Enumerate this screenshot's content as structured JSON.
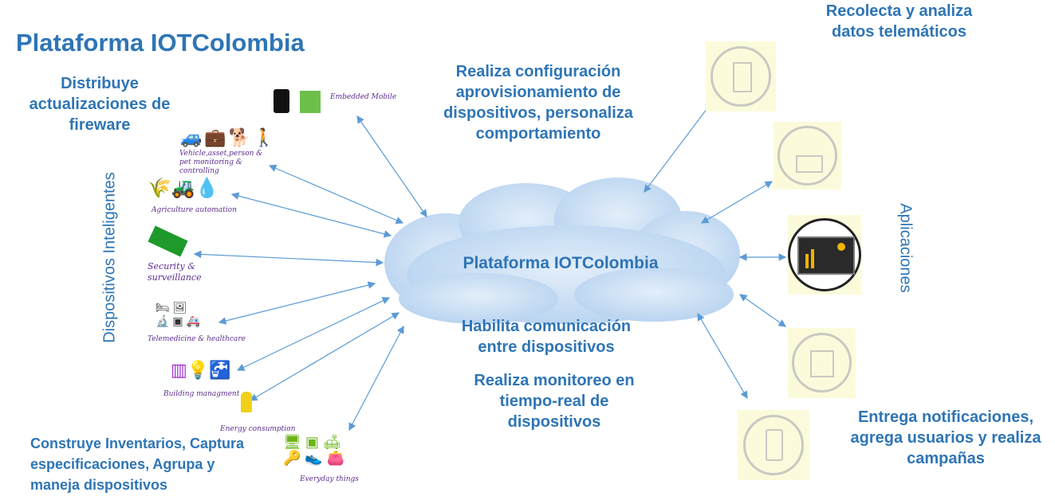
{
  "title": "Plataforma IOTColombia",
  "cloud_label": "Plataforma IOTColombia",
  "left_vertical": "Dispositivos Inteligentes",
  "right_vertical": "Aplicaciones",
  "notes": {
    "firmware": "Distribuye actualizaciones de fireware",
    "config": "Realiza configuración aprovisionamiento de dispositivos, personaliza comportamiento",
    "comms": "Habilita comunicación entre dispositivos",
    "monitor": "Realiza monitoreo en tiempo-real de dispositivos",
    "inventory": "Construye Inventarios, Captura especificaciones, Agrupa y maneja dispositivos",
    "telematics": "Recolecta y analiza datos telemáticos",
    "notifications": "Entrega notificaciones, agrega usuarios y realiza campañas"
  },
  "devices": [
    {
      "label": "Embedded Mobile",
      "icon": "embedded-mobile-icon"
    },
    {
      "label": "Vehicle,asset,person & pet monitoring & controlling",
      "icon": "vehicle-asset-pet-icon"
    },
    {
      "label": "Agriculture automation",
      "icon": "agriculture-icon"
    },
    {
      "label": "Security & surveillance",
      "icon": "security-camera-icon"
    },
    {
      "label": "Telemedicine & healthcare",
      "icon": "telemedicine-icon"
    },
    {
      "label": "Building managment",
      "icon": "building-icon"
    },
    {
      "label": "Energy consumption",
      "icon": "energy-bulb-icon"
    },
    {
      "label": "Everyday things",
      "icon": "everyday-things-icon"
    }
  ],
  "apps": [
    "tablet-checklist-icon",
    "factory-icon",
    "dashboard-icon",
    "server-icon",
    "mobile-notification-icon"
  ],
  "colors": {
    "text": "#2e75b6",
    "arrow": "#5b9bd5",
    "cloud": "#bdd7f1",
    "label": "#5b2c8f"
  }
}
